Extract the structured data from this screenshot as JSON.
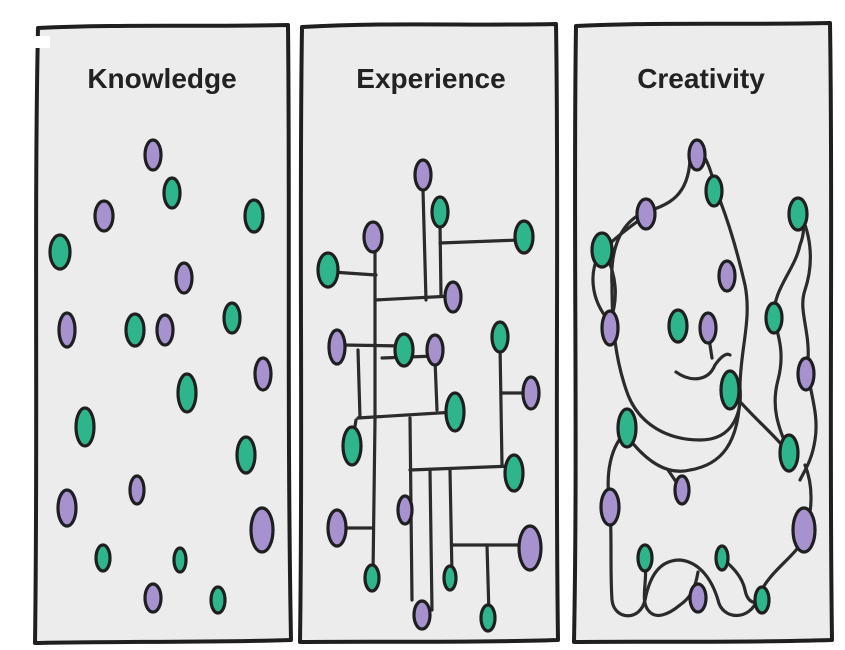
{
  "panels": [
    {
      "id": "knowledge",
      "title": "Knowledge"
    },
    {
      "id": "experience",
      "title": "Experience"
    },
    {
      "id": "creativity",
      "title": "Creativity"
    }
  ],
  "colors": {
    "green_node": "#2fb58b",
    "purple_node": "#a592cf",
    "panel_fill": "#ececec",
    "outline": "#1f1f1f"
  }
}
